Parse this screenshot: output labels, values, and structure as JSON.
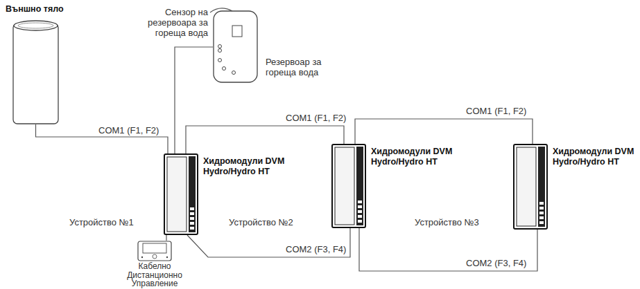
{
  "diagram": {
    "nodes": [
      {
        "text": [
          "Външно тяло"
        ]
      },
      {
        "text": [
          "Резервоар за гореща вода"
        ]
      },
      {
        "text": [
          "Хидромодули DVM Hydro/Hydro HT",
          "Устройство №1"
        ]
      },
      {
        "text": [
          "Хидромодули DVM Hydro/Hydro HT",
          "Устройство №2"
        ]
      },
      {
        "text": [
          "Хидромодули DVM Hydro/Hydro HT",
          "Устройство №3"
        ]
      },
      {
        "text": [
          "Кабелно Дистанционно Управление"
        ]
      }
    ],
    "edges": [
      {
        "from": 0,
        "to": 2,
        "label": "COM1 (F1, F2)",
        "arrow": "none"
      },
      {
        "from": 1,
        "to": 2,
        "arrow": "none"
      },
      {
        "from": 2,
        "to": 3,
        "label": "COM1 (F1, F2)",
        "arrow": "none"
      },
      {
        "from": 3,
        "to": 4,
        "label": "COM1 (F1, F2)",
        "arrow": "none"
      },
      {
        "from": 2,
        "to": 3,
        "label": "COM2 (F3, F4)",
        "arrow": "none"
      },
      {
        "from": 3,
        "to": 4,
        "label": "COM2 (F3, F4)",
        "arrow": "none"
      },
      {
        "from": 5,
        "to": 2,
        "arrow": "none"
      }
    ],
    "labels": [
      "Сензор на резервоара за гореща вода"
    ]
  }
}
